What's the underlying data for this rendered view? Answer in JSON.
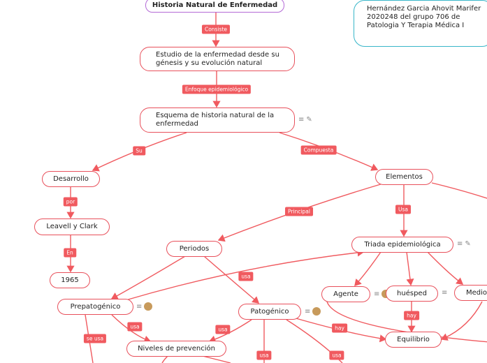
{
  "root": "Historia Natural de Enfermedad",
  "note": "Hernández Garcia Ahovit Marifer  2020248 del grupo 706 de Patologia Y Terapia Médica I",
  "nodes": {
    "estudio": "Estudio de la enfermedad desde su génesis y su evolución natural",
    "esquema": "Esquema de historia natural de la enfermedad",
    "desarrollo": "Desarrollo",
    "leavell": "Leavell y Clark",
    "year": "1965",
    "elementos": "Elementos",
    "triada": "Triada epidemiológica",
    "periodos": "Periodos",
    "prepatogenico": "Prepatogénico",
    "patogenico": "Patogénico",
    "agente": "Agente",
    "huesped": "huésped",
    "medio": "Medio",
    "equilibrio": "Equilibrio",
    "niveles": "Niveles de prevención"
  },
  "labels": {
    "consiste": "Consiste",
    "enfoque": "Enfoque epidemiológico",
    "su": "Su",
    "compuesta": "Compuesta",
    "por": "por",
    "en": "En",
    "principal": "Principal",
    "usa_triada": "Usa",
    "usa_prepat": "usa",
    "usa_niveles": "usa",
    "usa_patog": "usa",
    "usa_bottom1": "usa",
    "usa_bottom2": "usa",
    "se_usa": "se usa",
    "hay1": "hay",
    "hay2": "hay"
  },
  "indicators": {
    "equals": "≡",
    "link": "✎"
  },
  "colors": {
    "edge": "#f05a5f",
    "node_border": "#e8505b",
    "root_border": "#b36ad6",
    "note_border": "#38b6c9",
    "dot": "#c79a5b"
  }
}
